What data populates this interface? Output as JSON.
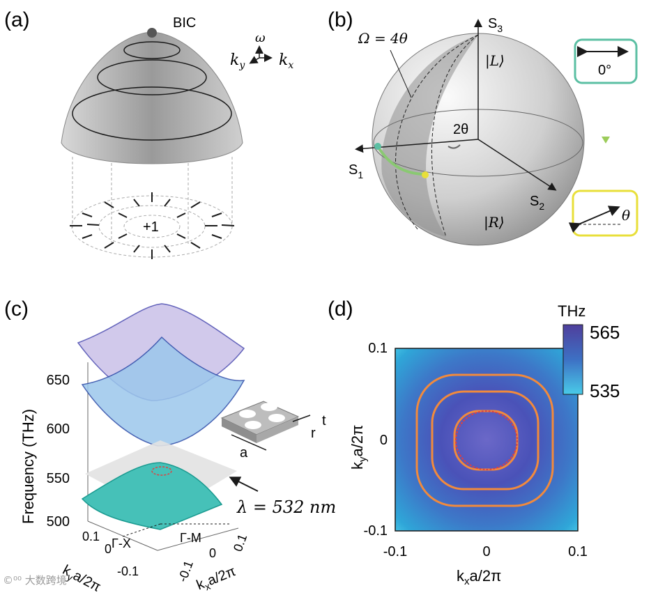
{
  "panel_a": {
    "label": "(a)",
    "bic_label": "BIC",
    "axis_omega": "ω",
    "axis_ky": "k",
    "axis_ky_sub": "y",
    "axis_kx": "k",
    "axis_kx_sub": "x",
    "charge_label": "+1"
  },
  "panel_b": {
    "label": "(b)",
    "omega_eq": "Ω = 4θ",
    "angle_label": "2θ",
    "s1": "S",
    "s1_sub": "1",
    "s2": "S",
    "s2_sub": "2",
    "s3": "S",
    "s3_sub": "3",
    "ket_L": "|L⟩",
    "ket_R": "|R⟩",
    "pol_top_angle": "0°",
    "pol_bottom_angle": "θ",
    "colors": {
      "teal": "#5bbfa3",
      "yellow": "#e8df3a"
    }
  },
  "panel_c": {
    "label": "(c)",
    "z_axis_label": "Frequency (THz)",
    "z_ticks": [
      "650",
      "600",
      "550",
      "500"
    ],
    "y_axis_label": "k",
    "y_axis_sub": "y",
    "y_axis_rest": "a/2π",
    "y_ticks": [
      "0.1",
      "0",
      "-0.1"
    ],
    "x_axis_label": "k",
    "x_axis_sub": "x",
    "x_axis_rest": "a/2π",
    "x_ticks": [
      "-0.1",
      "0",
      "0.1"
    ],
    "dir_gx": "Γ-X",
    "dir_gm": "Γ-M",
    "lambda_label": "λ = 532 nm",
    "dim_a": "a",
    "dim_r": "r",
    "dim_t": "t"
  },
  "panel_d": {
    "label": "(d)",
    "colorbar_title": "THz",
    "colorbar_max": "565",
    "colorbar_min": "535",
    "x_ticks": [
      "-0.1",
      "0",
      "0.1"
    ],
    "y_ticks": [
      "0.1",
      "0",
      "-0.1"
    ],
    "x_label": "k",
    "x_label_sub": "x",
    "x_label_rest": "a/2π",
    "y_label": "k",
    "y_label_sub": "y",
    "y_label_rest": "a/2π"
  },
  "watermark": "©⁰⁰ 大数跨境"
}
